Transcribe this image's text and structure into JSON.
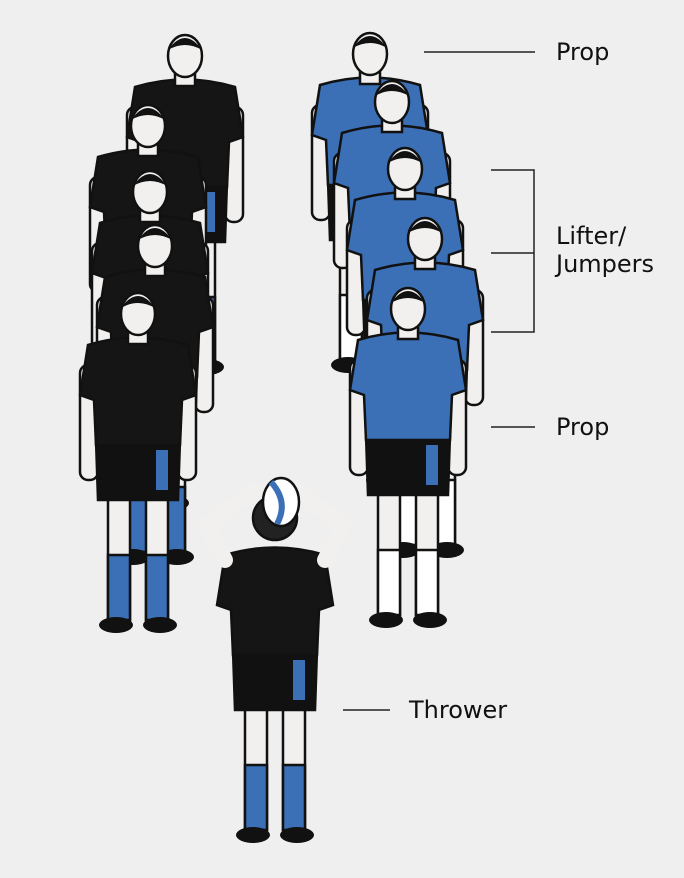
{
  "labels": {
    "prop_top": "Prop",
    "lifters_line1": "Lifter/",
    "lifters_line2": "Jumpers",
    "prop_bottom": "Prop",
    "thrower": "Thrower"
  },
  "colors": {
    "background": "#efefef",
    "team_black": "#151515",
    "team_blue": "#3b6fb6",
    "skin": "#f2f0ee",
    "leader_line": "#222222"
  },
  "teams": {
    "left_row_shirt": "black",
    "right_row_shirt": "blue",
    "left_row_players": 5,
    "right_row_players": 5,
    "thrower": 1
  }
}
